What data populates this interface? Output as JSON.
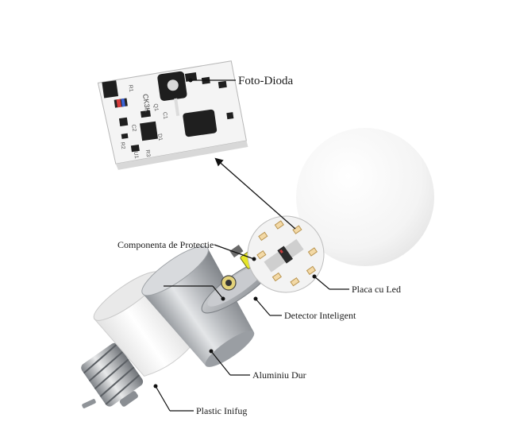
{
  "labels": {
    "photo_diode": "Foto-Dioda",
    "protection": "Componenta de Protectie",
    "led_board": "Placa cu Led",
    "smart_detector": "Detector Inteligent",
    "hard_aluminium": "Aluminiu Dur",
    "fireproof_plastic": "Plastic Inifug"
  },
  "pcb_markings": {
    "code": "CK3K",
    "r": "R1",
    "q": "Q1",
    "c1": "C1",
    "r2": "R2",
    "d1": "D1",
    "c2": "C2",
    "r3": "R3",
    "u1": "U1"
  },
  "colors": {
    "leader": "#111111",
    "pcb": "#f4f4f4",
    "aluminium": "#b9bcc0",
    "plastic": "#f7f7f7",
    "globe": "#f5f5f5",
    "led_chip": "#f3d9a6",
    "protection_component": "#e6e629"
  }
}
